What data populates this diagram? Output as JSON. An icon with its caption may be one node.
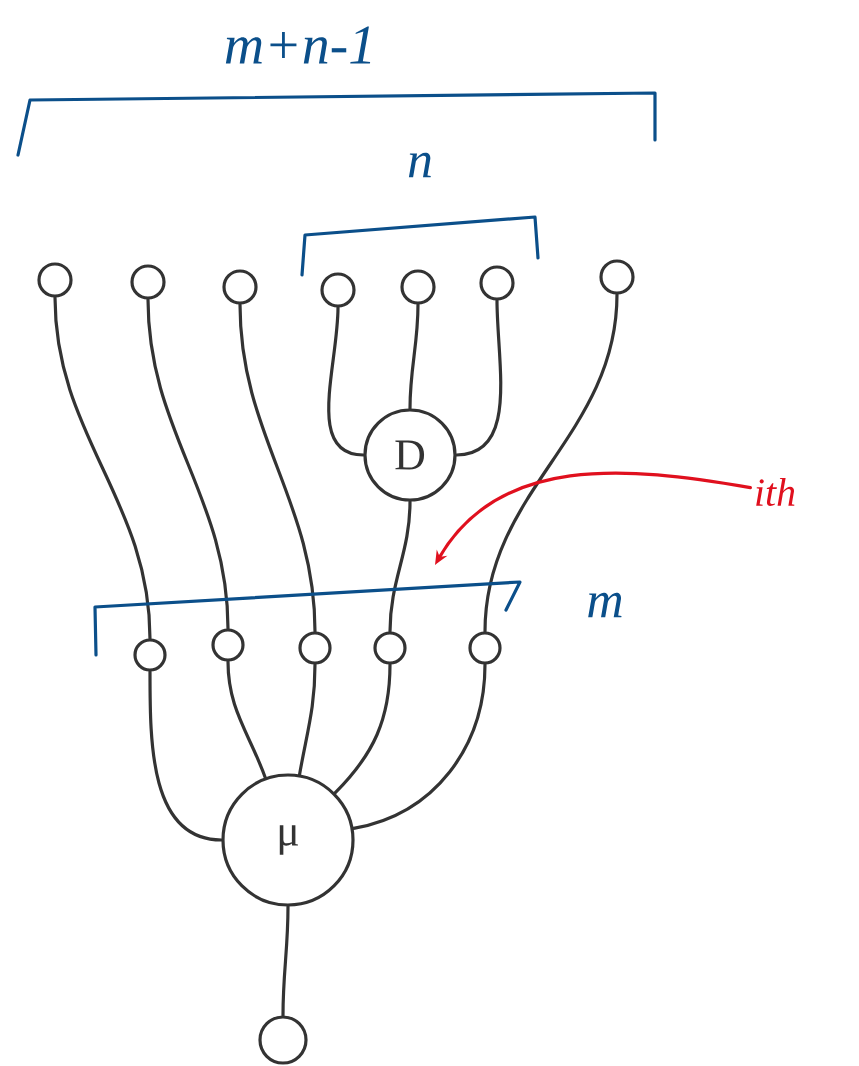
{
  "diagram": {
    "nodes": [
      {
        "text": [],
        "shape": "circle"
      },
      {
        "text": [],
        "shape": "circle"
      },
      {
        "text": [],
        "shape": "circle"
      },
      {
        "text": [],
        "shape": "circle"
      },
      {
        "text": [],
        "shape": "circle"
      },
      {
        "text": [],
        "shape": "circle"
      },
      {
        "text": [],
        "shape": "circle"
      },
      {
        "text": [
          "D"
        ]
      },
      {
        "text": [
          "ith"
        ]
      },
      {
        "text": [],
        "shape": "circle"
      },
      {
        "text": [],
        "shape": "circle"
      },
      {
        "text": [],
        "shape": "circle"
      },
      {
        "text": [],
        "shape": "circle"
      },
      {
        "text": [],
        "shape": "circle"
      },
      {
        "text": [
          "μ"
        ]
      },
      {
        "text": [],
        "shape": "circle"
      }
    ],
    "edges": [
      {
        "from": 0,
        "to": 9,
        "arrow": "none"
      },
      {
        "from": 1,
        "to": 10,
        "arrow": "none"
      },
      {
        "from": 2,
        "to": 11,
        "arrow": "none"
      },
      {
        "from": 3,
        "to": 7,
        "arrow": "none"
      },
      {
        "from": 4,
        "to": 7,
        "arrow": "none"
      },
      {
        "from": 5,
        "to": 7,
        "arrow": "none"
      },
      {
        "from": 7,
        "to": 12,
        "arrow": "none"
      },
      {
        "from": 6,
        "to": 13,
        "arrow": "none"
      },
      {
        "from": 8,
        "to": null,
        "arrow": "to",
        "color": "#e0101e"
      },
      {
        "from": 9,
        "to": 14,
        "arrow": "none"
      },
      {
        "from": 10,
        "to": 14,
        "arrow": "none"
      },
      {
        "from": 11,
        "to": 14,
        "arrow": "none"
      },
      {
        "from": 12,
        "to": 14,
        "arrow": "none"
      },
      {
        "from": 13,
        "to": 14,
        "arrow": "none"
      },
      {
        "from": 14,
        "to": 15,
        "arrow": "none"
      }
    ],
    "labels": [
      "m+n-1",
      "n",
      "m"
    ]
  }
}
